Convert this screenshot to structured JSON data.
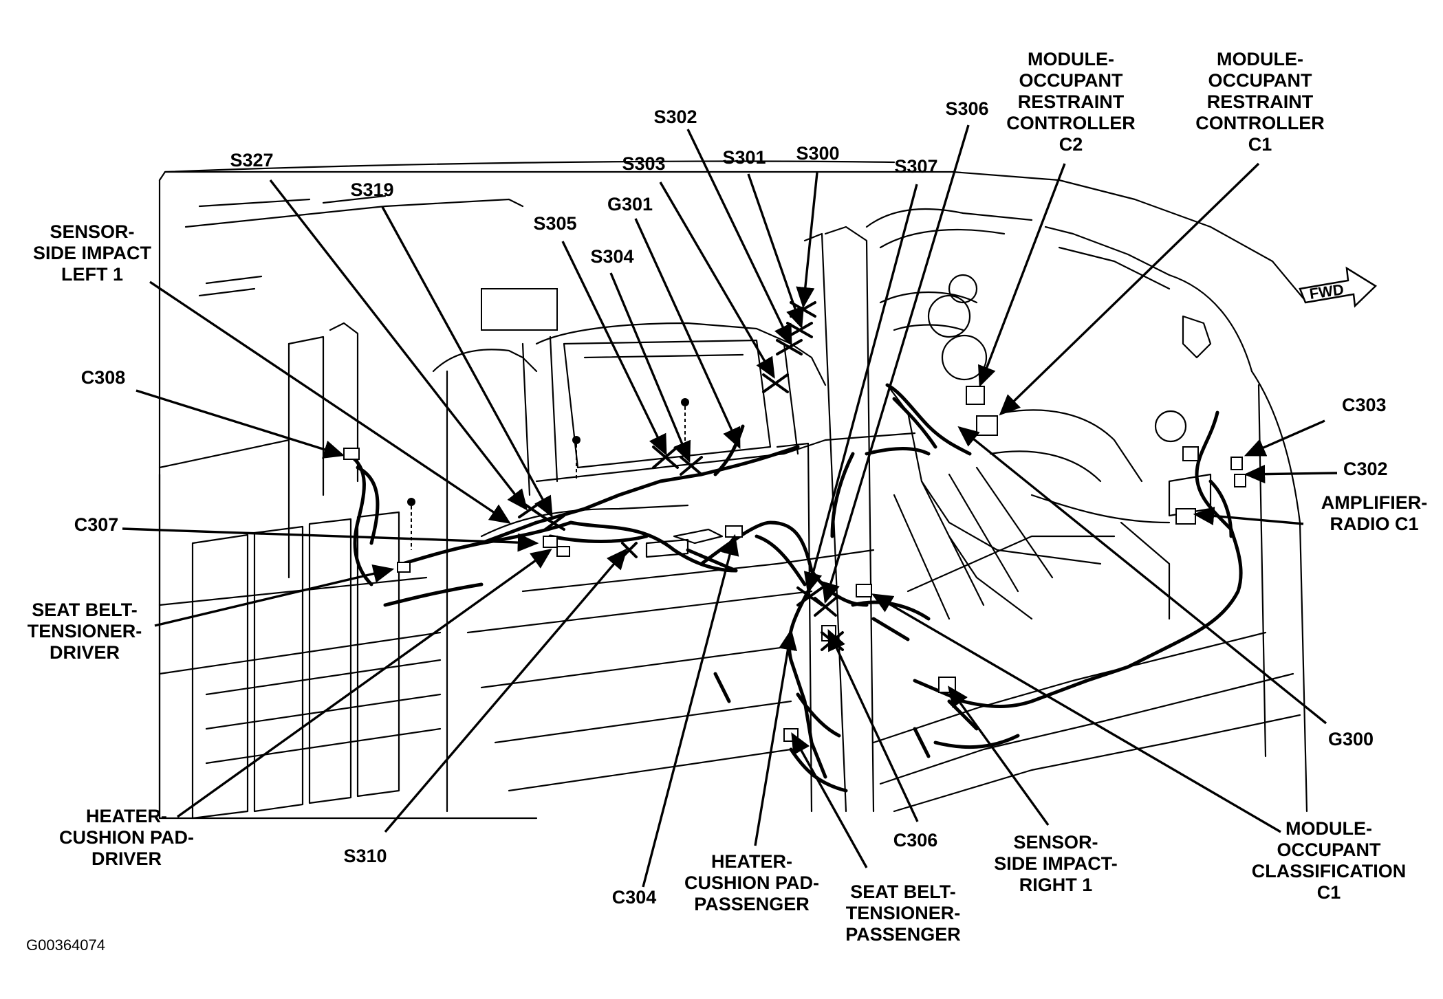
{
  "figure_id": "G00364074",
  "direction_marker": "FWD",
  "labels": {
    "s327": "S327",
    "s319": "S319",
    "sensor_left": "SENSOR-\nSIDE IMPACT\nLEFT 1",
    "c308": "C308",
    "c307": "C307",
    "seatbelt_driver": "SEAT BELT-\nTENSIONER-\nDRIVER",
    "heater_driver": "HEATER-\nCUSHION PAD-\nDRIVER",
    "s310": "S310",
    "s305": "S305",
    "s304": "S304",
    "g301": "G301",
    "s303": "S303",
    "s302": "S302",
    "s301": "S301",
    "s300": "S300",
    "s307": "S307",
    "s306": "S306",
    "orc_c2": "MODULE-\nOCCUPANT\nRESTRAINT\nCONTROLLER\nC2",
    "orc_c1": "MODULE-\nOCCUPANT\nRESTRAINT\nCONTROLLER\nC1",
    "c303": "C303",
    "c302": "C302",
    "amp_radio": "AMPLIFIER-\nRADIO C1",
    "g300": "G300",
    "occ_class": "MODULE-\nOCCUPANT\nCLASSIFICATION\nC1",
    "sensor_right": "SENSOR-\nSIDE IMPACT-\nRIGHT 1",
    "c306": "C306",
    "seatbelt_passenger": "SEAT BELT-\nTENSIONER-\nPASSENGER",
    "heater_passenger": "HEATER-\nCUSHION PAD-\nPASSENGER",
    "c304": "C304"
  }
}
